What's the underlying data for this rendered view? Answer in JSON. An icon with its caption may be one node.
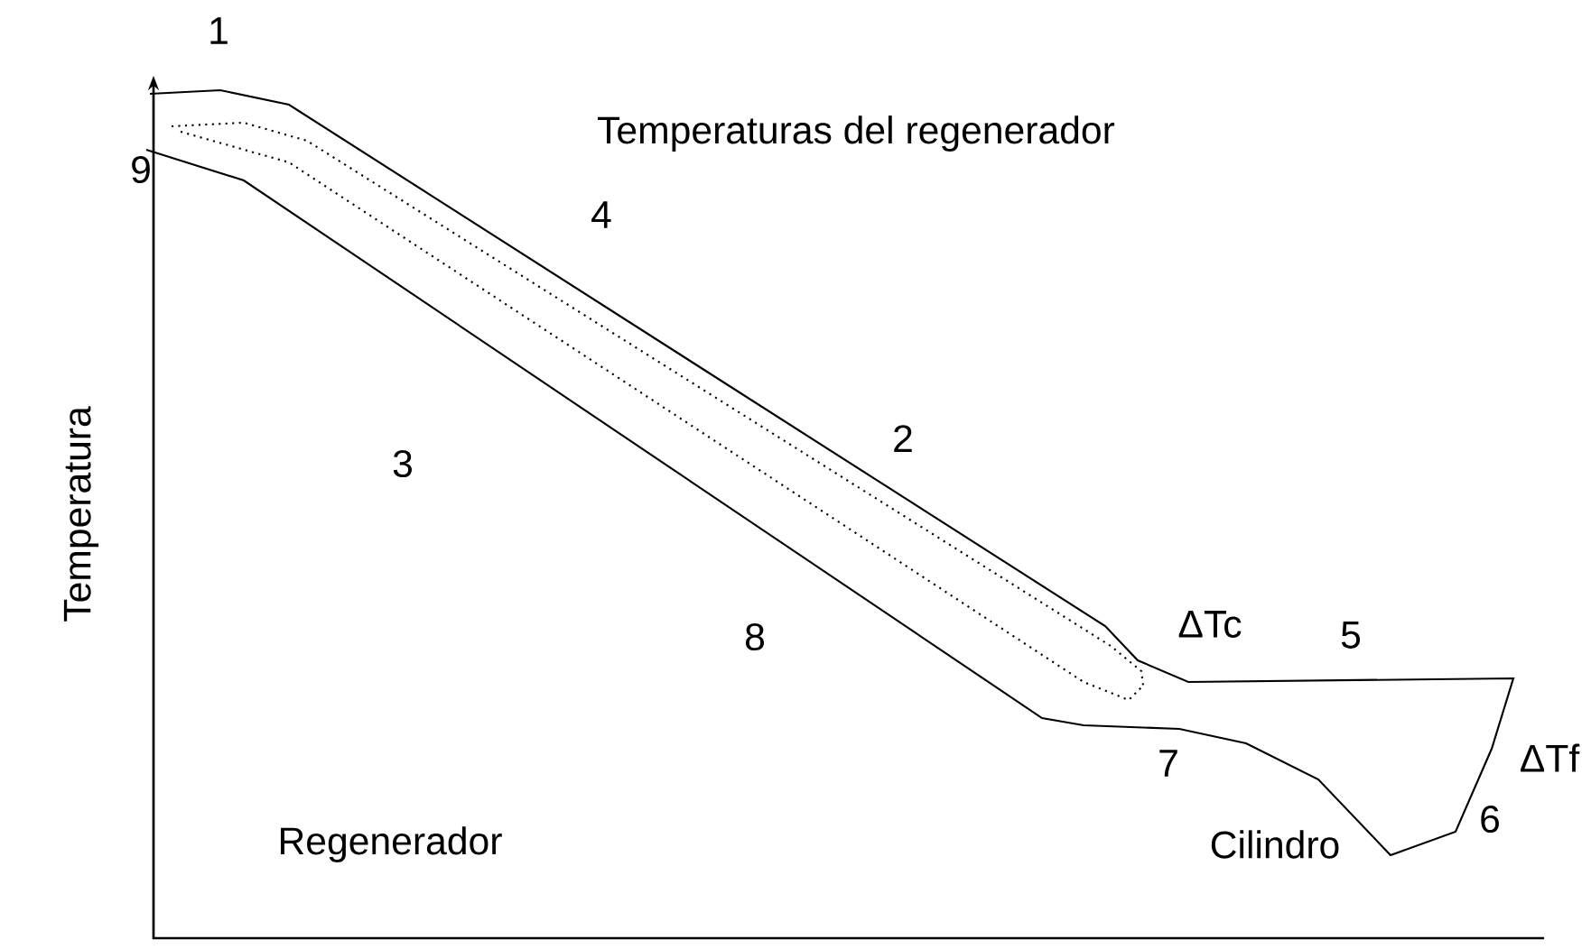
{
  "diagram": {
    "labels": [
      "1",
      "Temperaturas del regenerador",
      "9",
      "4",
      "Temperatura",
      "3",
      "2",
      "8",
      "ΔTc",
      "5",
      "7",
      "ΔTf",
      "6",
      "Regenerador",
      "Cilindro"
    ]
  }
}
